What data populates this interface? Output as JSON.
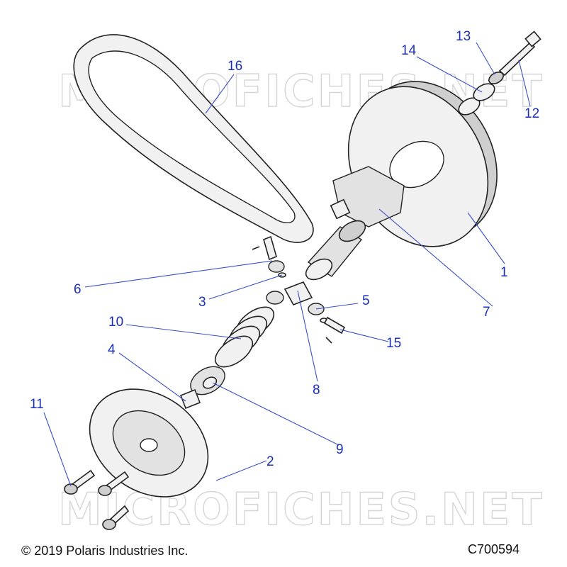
{
  "diagram": {
    "watermark_top": "MICROFICHES.NET",
    "watermark_bottom": "MICROFICHES.NET",
    "callouts": [
      {
        "id": "c1",
        "label": "1"
      },
      {
        "id": "c2",
        "label": "2"
      },
      {
        "id": "c3",
        "label": "3"
      },
      {
        "id": "c4",
        "label": "4"
      },
      {
        "id": "c5",
        "label": "5"
      },
      {
        "id": "c6",
        "label": "6"
      },
      {
        "id": "c7",
        "label": "7"
      },
      {
        "id": "c8",
        "label": "8"
      },
      {
        "id": "c9",
        "label": "9"
      },
      {
        "id": "c10",
        "label": "10"
      },
      {
        "id": "c11",
        "label": "11"
      },
      {
        "id": "c12",
        "label": "12"
      },
      {
        "id": "c13",
        "label": "13"
      },
      {
        "id": "c14",
        "label": "14"
      },
      {
        "id": "c15",
        "label": "15"
      },
      {
        "id": "c16",
        "label": "16"
      }
    ]
  },
  "footer": {
    "copyright": "© 2019 Polaris Industries Inc.",
    "code": "C700594"
  },
  "colors": {
    "callout": "#1a2fb8",
    "leader": "#3a4fc8",
    "watermark": "#d6d6d6"
  }
}
